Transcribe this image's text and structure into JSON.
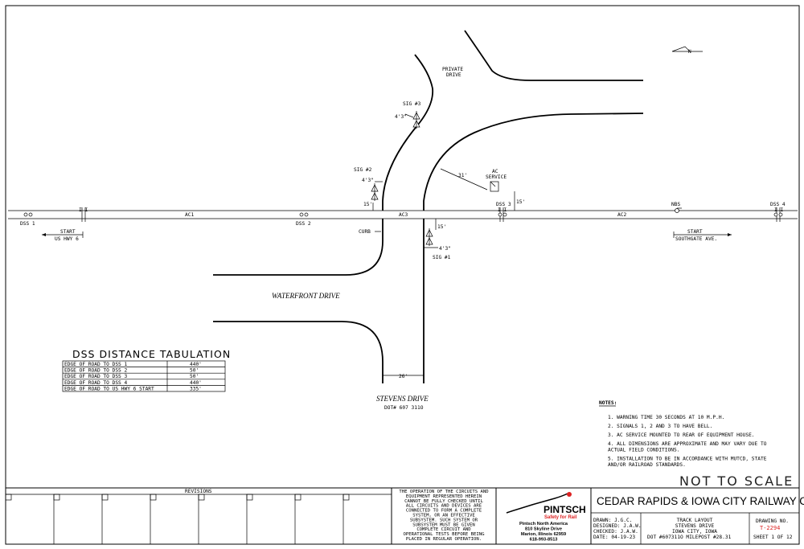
{
  "drawing": {
    "orientation_label": "N",
    "not_to_scale": "NOT TO SCALE",
    "streets": {
      "private_drive_line1": "PRIVATE",
      "private_drive_line2": "DRIVE",
      "waterfront_drive": "WATERFRONT DRIVE",
      "stevens_drive": "STEVENS DRIVE",
      "stevens_dot": "DOT# 607 311O"
    },
    "track": {
      "ac1": "AC1",
      "ac2": "AC2",
      "ac3": "AC3",
      "dss1": "DSS 1",
      "dss2": "DSS 2",
      "dss3": "DSS 3",
      "dss4": "DSS 4",
      "nbs": "NBS",
      "insulated_joint": "I I"
    },
    "labels": {
      "sig1": "SIG #1",
      "sig2": "SIG #2",
      "sig3": "SIG #3",
      "ac_service_line1": "AC",
      "ac_service_line2": "SERVICE",
      "curb": "CURB",
      "start_left_line1": "START",
      "start_left_line2": "US HWY 6",
      "start_right_line1": "START",
      "start_right_line2": "SOUTHGATE AVE.",
      "dim_4_3": "4'3\"",
      "dim_15": "15'",
      "dim_31": "31'",
      "dim_26": "26'"
    },
    "dss_table": {
      "title": "DSS DISTANCE TABULATION",
      "rows": [
        {
          "label": "EDGE OF ROAD TO DSS 1",
          "value": "440'"
        },
        {
          "label": "EDGE OF ROAD TO DSS 2",
          "value": "50'"
        },
        {
          "label": "EDGE OF ROAD TO DSS 3",
          "value": "50'"
        },
        {
          "label": "EDGE OF ROAD TO DSS 4",
          "value": "440'"
        },
        {
          "label": "EDGE OF ROAD TO US HWY 6 START",
          "value": "335'"
        }
      ]
    },
    "notes": {
      "heading": "NOTES:",
      "items": [
        [
          "1. WARNING TIME 30 SECONDS AT 10 M.P.H."
        ],
        [
          "2. SIGNALS 1, 2 AND 3 TO HAVE BELL."
        ],
        [
          "3. AC SERVICE MOUNTED TO REAR OF EQUIPMENT HOUSE."
        ],
        [
          "4. ALL DIMENSIONS ARE APPROXIMATE AND MAY VARY DUE TO",
          "   ACTUAL FIELD CONDITIONS."
        ],
        [
          "5. INSTALLATION TO BE IN ACCORDANCE WITH MUTCD, STATE",
          "   AND/OR RAILROAD STANDARDS."
        ]
      ]
    }
  },
  "title_block": {
    "revisions_label": "REVISIONS",
    "disclaimer": [
      "THE OPERATION OF THE CIRCUITS AND",
      "EQUIPMENT REPRESENTED HEREIN",
      "CANNOT BE FULLY CHECKED UNTIL",
      "ALL CIRCUITS AND DEVICES ARE",
      "CONNECTED TO FORM A COMPLETE",
      "SYSTEM, OR AN EFFECTIVE",
      "SUBSYSTEM.  SUCH SYSTEM OR",
      "SUBSYSTEM MUST BE GIVEN",
      "COMPLETE CIRCUIT AND",
      "OPERATIONAL TESTS BEFORE BEING",
      "PLACED IN REGULAR OPERATION."
    ],
    "company": {
      "logo_name": "PINTSCH",
      "tagline": "Safety for Rail",
      "address": [
        "Pintsch North America",
        "810 Skyline Drive",
        "Marion, Illinois 62959",
        "618-993-8513"
      ]
    },
    "railway": "CEDAR RAPIDS & IOWA CITY RAILWAY CO.",
    "drawn": "DRAWN:     J.G.C.",
    "designed": "DESIGNED: J.A.W.",
    "checked": "CHECKED:  J.A.W.",
    "date": "DATE:  04-19-23",
    "sheet_title": [
      "TRACK LAYOUT",
      "STEVENS DRIVE",
      "IOWA CITY, IOWA"
    ],
    "dot_milepost": "DOT #607311O     MILEPOST #28.31",
    "drawing_no_label": "DRAWING NO.",
    "drawing_no": "T-2294",
    "sheet": "SHEET 1 OF 12"
  }
}
